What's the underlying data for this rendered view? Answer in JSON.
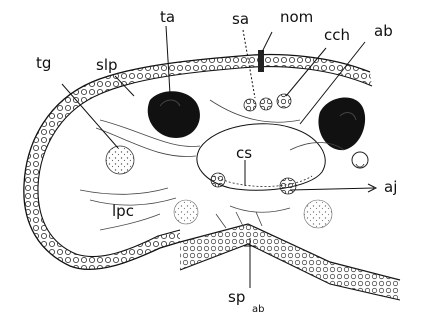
{
  "figure": {
    "background": "#ffffff",
    "ink": "#111111",
    "labels": {
      "ta": "ta",
      "sa": "sa",
      "nom": "nom",
      "cch": "cch",
      "ab": "ab",
      "tg": "tg",
      "slp": "slp",
      "cs": "cs",
      "aj": "aj",
      "lpc": "lpc",
      "sp": "sp",
      "sp_sub": "ab"
    }
  }
}
